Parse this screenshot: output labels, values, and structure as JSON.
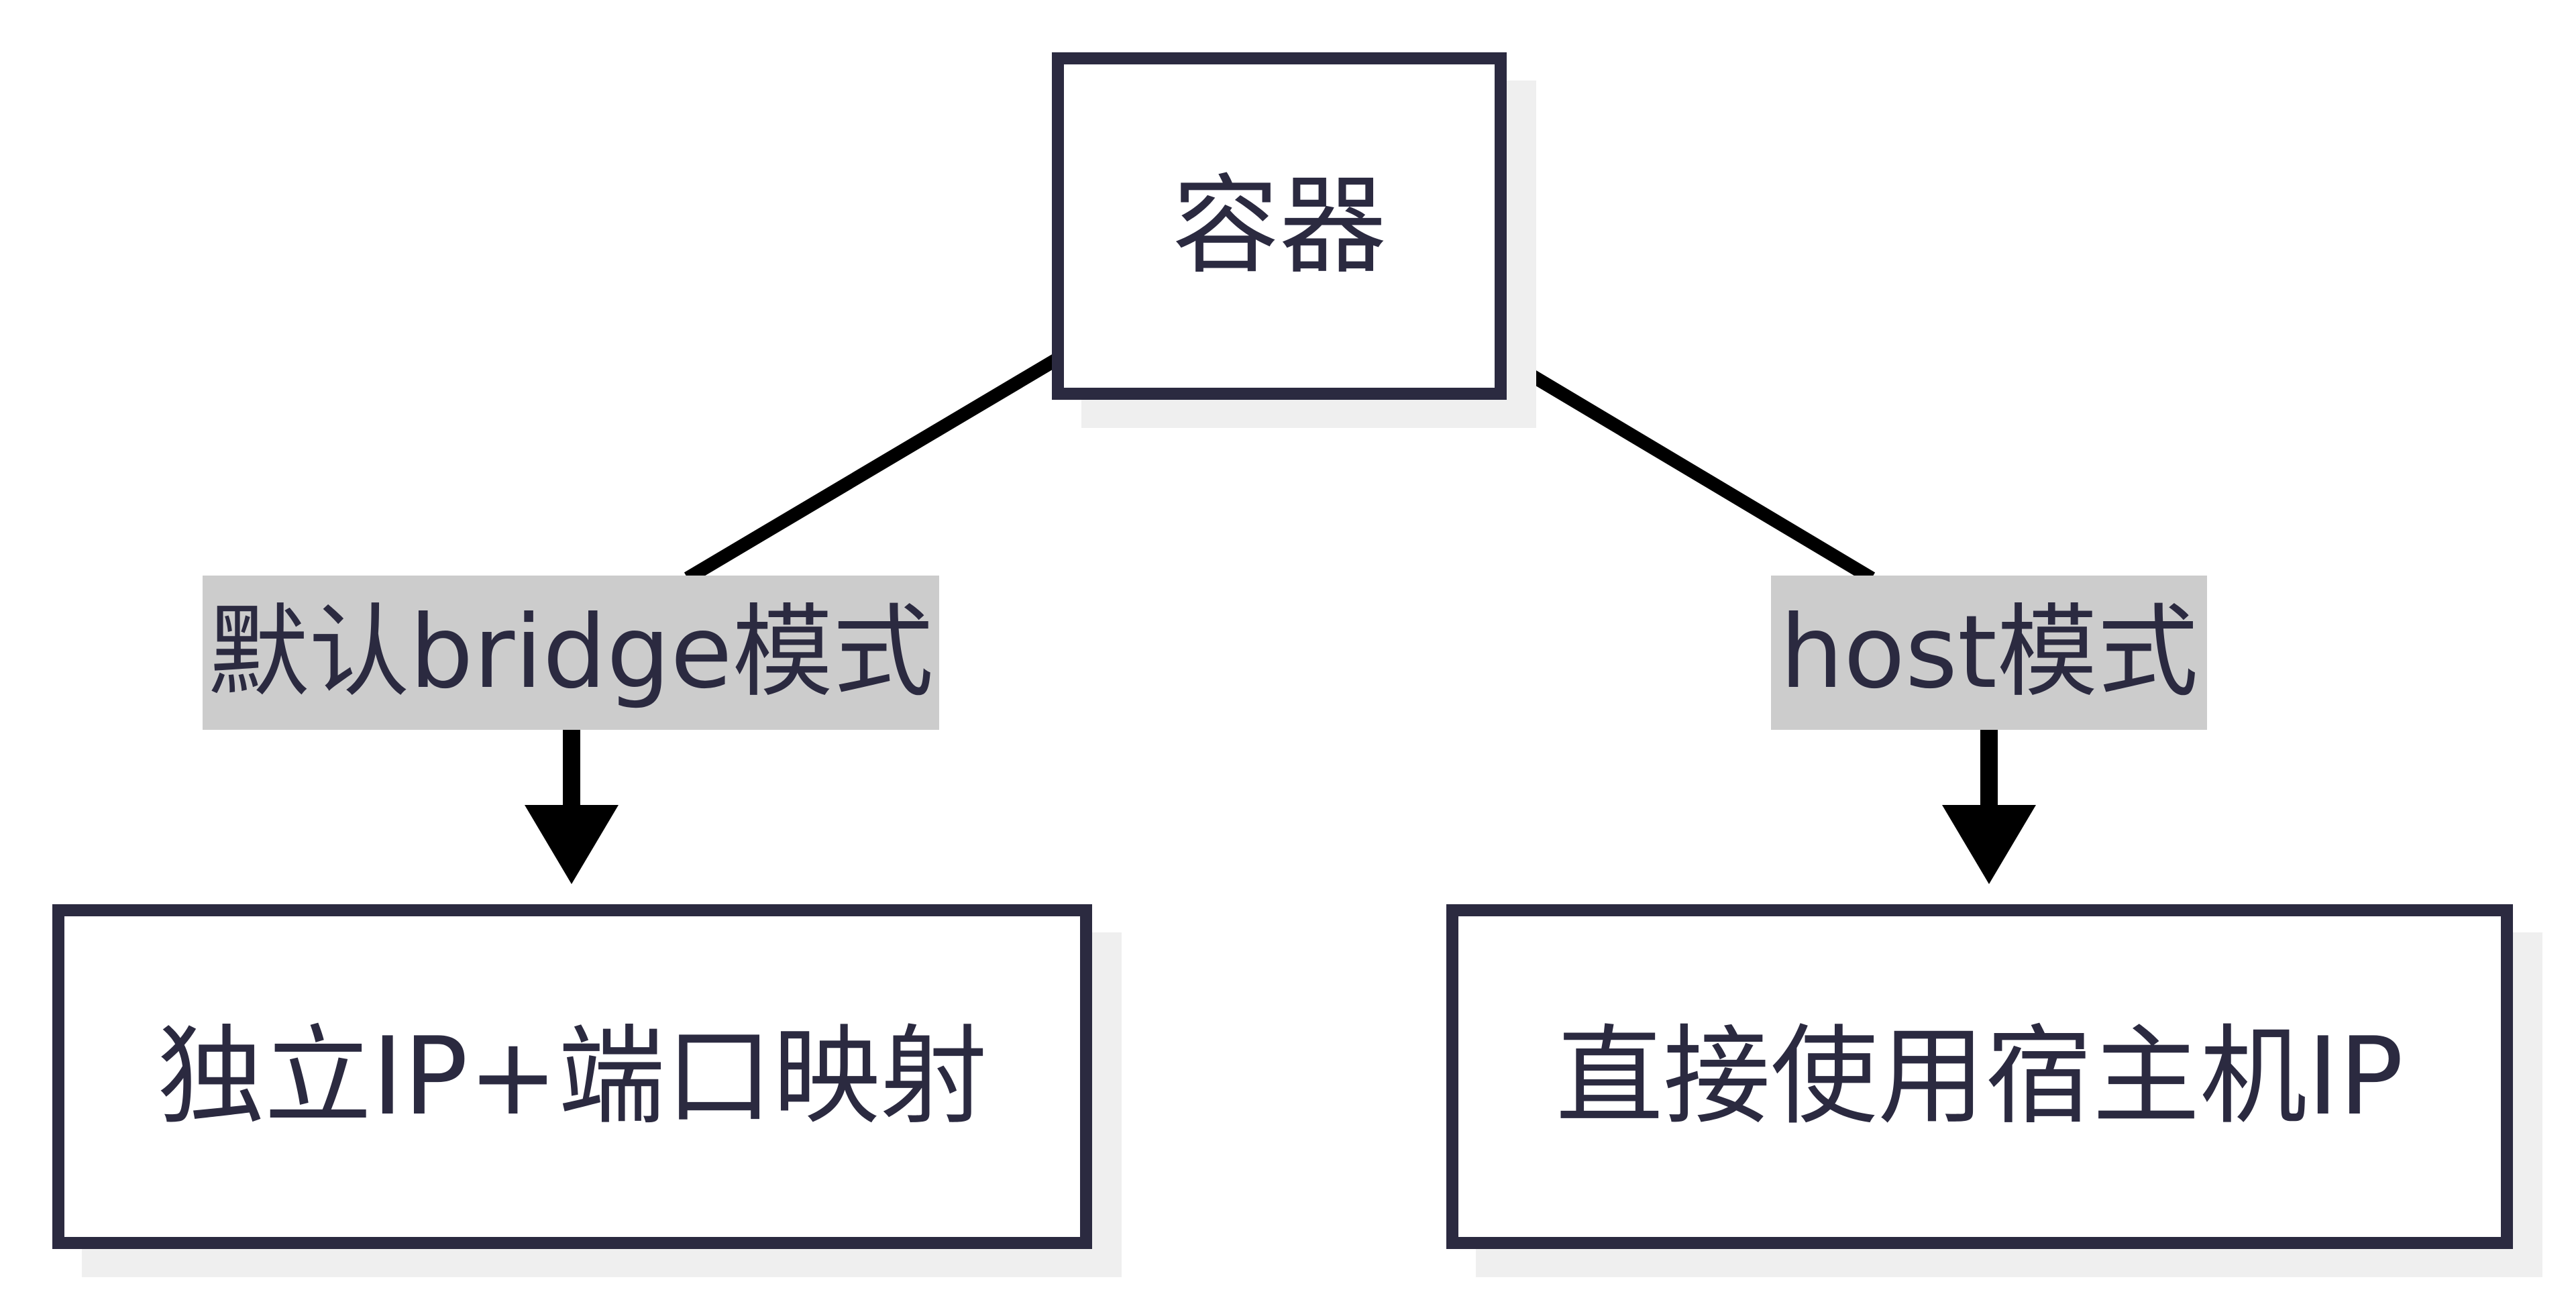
{
  "nodes": {
    "container": {
      "label": "容器"
    },
    "bridge_result": {
      "label": "独立IP+端口映射"
    },
    "host_result": {
      "label": "直接使用宿主机IP"
    }
  },
  "edges": {
    "bridge": {
      "label": "默认bridge模式"
    },
    "host": {
      "label": "host模式"
    }
  },
  "colors": {
    "stroke": "#2b2a40",
    "connector": "#000000",
    "label_background": "#cccccc",
    "shadow": "#efefef"
  }
}
